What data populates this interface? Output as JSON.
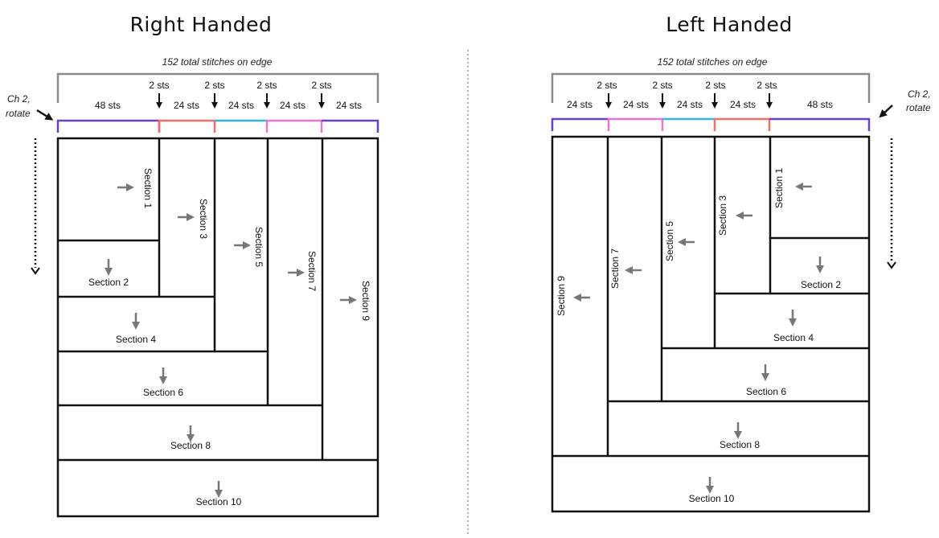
{
  "right": {
    "title": "Right Handed",
    "total_label": "152 total stitches on edge",
    "ch2_label": [
      "Ch 2,",
      "rotate"
    ],
    "twos_label": "2 sts",
    "segments": [
      {
        "label": "48 sts",
        "color": "#6a3fd0"
      },
      {
        "label": "24 sts",
        "color": "#ef6f6b"
      },
      {
        "label": "24 sts",
        "color": "#33b6d4"
      },
      {
        "label": "24 sts",
        "color": "#ee72cf"
      },
      {
        "label": "24 sts",
        "color": "#6a3fd0"
      }
    ],
    "sections": [
      "Section 1",
      "Section 2",
      "Section 3",
      "Section 4",
      "Section 5",
      "Section 6",
      "Section 7",
      "Section 8",
      "Section 9",
      "Section 10"
    ]
  },
  "left": {
    "title": "Left Handed",
    "total_label": "152 total stitches on edge",
    "ch2_label": [
      "Ch 2,",
      "rotate"
    ],
    "twos_label": "2 sts",
    "segments": [
      {
        "label": "24 sts",
        "color": "#6a3fd0"
      },
      {
        "label": "24 sts",
        "color": "#ee72cf"
      },
      {
        "label": "24 sts",
        "color": "#33b6d4"
      },
      {
        "label": "24 sts",
        "color": "#ef6f6b"
      },
      {
        "label": "48 sts",
        "color": "#6a3fd0"
      }
    ],
    "sections": [
      "Section 1",
      "Section 2",
      "Section 3",
      "Section 4",
      "Section 5",
      "Section 6",
      "Section 7",
      "Section 8",
      "Section 9",
      "Section 10"
    ]
  },
  "colors": {
    "line": "#111111",
    "arrow_gray": "#777777",
    "bracket_gray": "#8a8a8a"
  }
}
